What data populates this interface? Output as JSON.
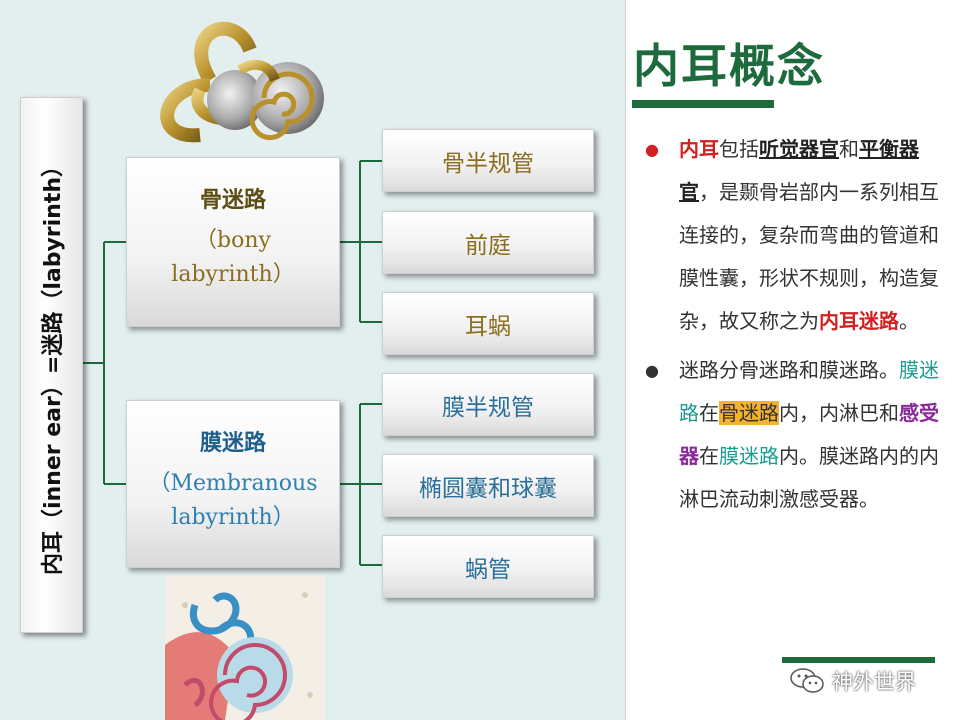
{
  "diagram": {
    "root_label": "内耳（inner ear）=迷路（labyrinth）",
    "bony": {
      "title": "骨迷路",
      "subtitle_line1": "（bony",
      "subtitle_line2": "labyrinth）",
      "children": [
        "骨半规管",
        "前庭",
        "耳蜗"
      ]
    },
    "membranous": {
      "title": "膜迷路",
      "subtitle_line1": "（Membranous",
      "subtitle_line2": "labyrinth）",
      "children": [
        "膜半规管",
        "椭圆囊和球囊",
        "蜗管"
      ]
    },
    "colors": {
      "bony": "#8a6d1e",
      "membranous": "#2a6f9a",
      "connector": "#1d6b3d"
    }
  },
  "panel": {
    "title": "内耳概念",
    "bullet1": {
      "seg1": "内耳",
      "seg2": "包括",
      "seg3": "听觉器官",
      "seg4": "和",
      "seg5": "平衡器官",
      "seg6": "，是颞骨岩部内一系列相互连接的，复杂而弯曲的管道和膜性囊，形状不规则，构造复杂，故又称之为",
      "seg7": "内耳迷路",
      "seg8": "。"
    },
    "bullet2": {
      "seg1": "迷路分骨迷路和膜迷路。",
      "seg2": "膜迷路",
      "seg3": "在",
      "seg4": "骨迷路",
      "seg5": "内，内淋巴和",
      "seg6": "感受器",
      "seg7": "在",
      "seg8": "膜迷路",
      "seg9": "内。膜迷路内的内淋巴流动刺激感受器。"
    },
    "title_color": "#1d6b3d",
    "accent_red": "#d21f1f"
  },
  "watermark": {
    "text": "神外世界",
    "icon": "wechat-icon"
  }
}
